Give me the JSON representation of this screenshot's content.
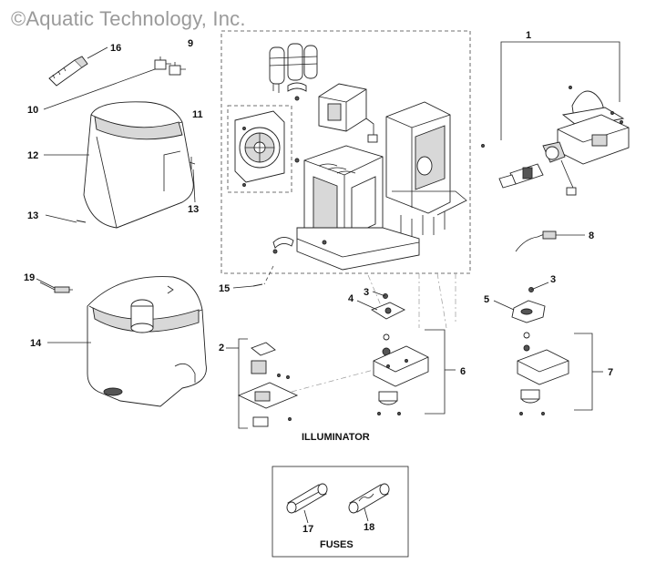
{
  "copyright": "©Aquatic Technology, Inc.",
  "callouts": [
    "1",
    "2",
    "3",
    "4",
    "5",
    "6",
    "7",
    "8",
    "9",
    "10",
    "11",
    "12",
    "13",
    "14",
    "15",
    "16",
    "17",
    "18",
    "19"
  ],
  "captions": {
    "illuminator": "ILLUMINATOR",
    "fuses": "FUSES"
  },
  "colors": {
    "line": "#222222",
    "copyright_text": "#9a9a9a",
    "background": "#ffffff"
  }
}
